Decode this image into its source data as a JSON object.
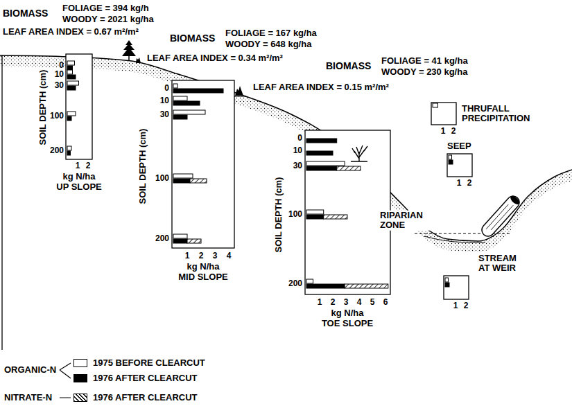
{
  "diagram": {
    "labels": [
      "BIOMASS",
      "FOLIAGE = 394 kg/h",
      "WOODY = 2021 kg/ha",
      "LEAF AREA INDEX = 0.67 m²/m²",
      "BIOMASS",
      "FOLIAGE = 167 kg/ha",
      "WOODY = 648 kg/ha",
      "LEAF AREA INDEX = 0.34 m²/m²",
      "BIOMASS",
      "FOLIAGE = 41 kg/ha",
      "WOODY = 230 kg/ha",
      "LEAF AREA INDEX = 0.15 m²/m²",
      "SOIL DEPTH (cm)",
      "0",
      "10",
      "30",
      "100",
      "200",
      "1",
      "2",
      "kg N/ha",
      "UP SLOPE",
      "SOIL DEPTH (cm)",
      "0",
      "10",
      "30",
      "100",
      "200",
      "1",
      "2",
      "3",
      "4",
      "kg N/ha",
      "MID SLOPE",
      "SOIL DEPTH (cm)",
      "0",
      "10",
      "30",
      "100",
      "200",
      "1",
      "2",
      "3",
      "4",
      "5",
      "6",
      "kg N/ha",
      "TOE SLOPE",
      "THRUFALL PRECIPITATION",
      "1",
      "2",
      "SEEP",
      "1",
      "2",
      "RIPARIAN ZONE",
      "STREAM AT WEIR",
      "1",
      "2",
      "ORGANIC-N",
      "NITRATE-N"
    ],
    "legend": [
      {
        "text": "1975 BEFORE CLEARCUT",
        "color": "#ffffff"
      },
      {
        "text": "1976 AFTER CLEARCUT",
        "color": "#000000"
      },
      {
        "text": "1976 AFTER CLEARCUT"
      }
    ]
  }
}
